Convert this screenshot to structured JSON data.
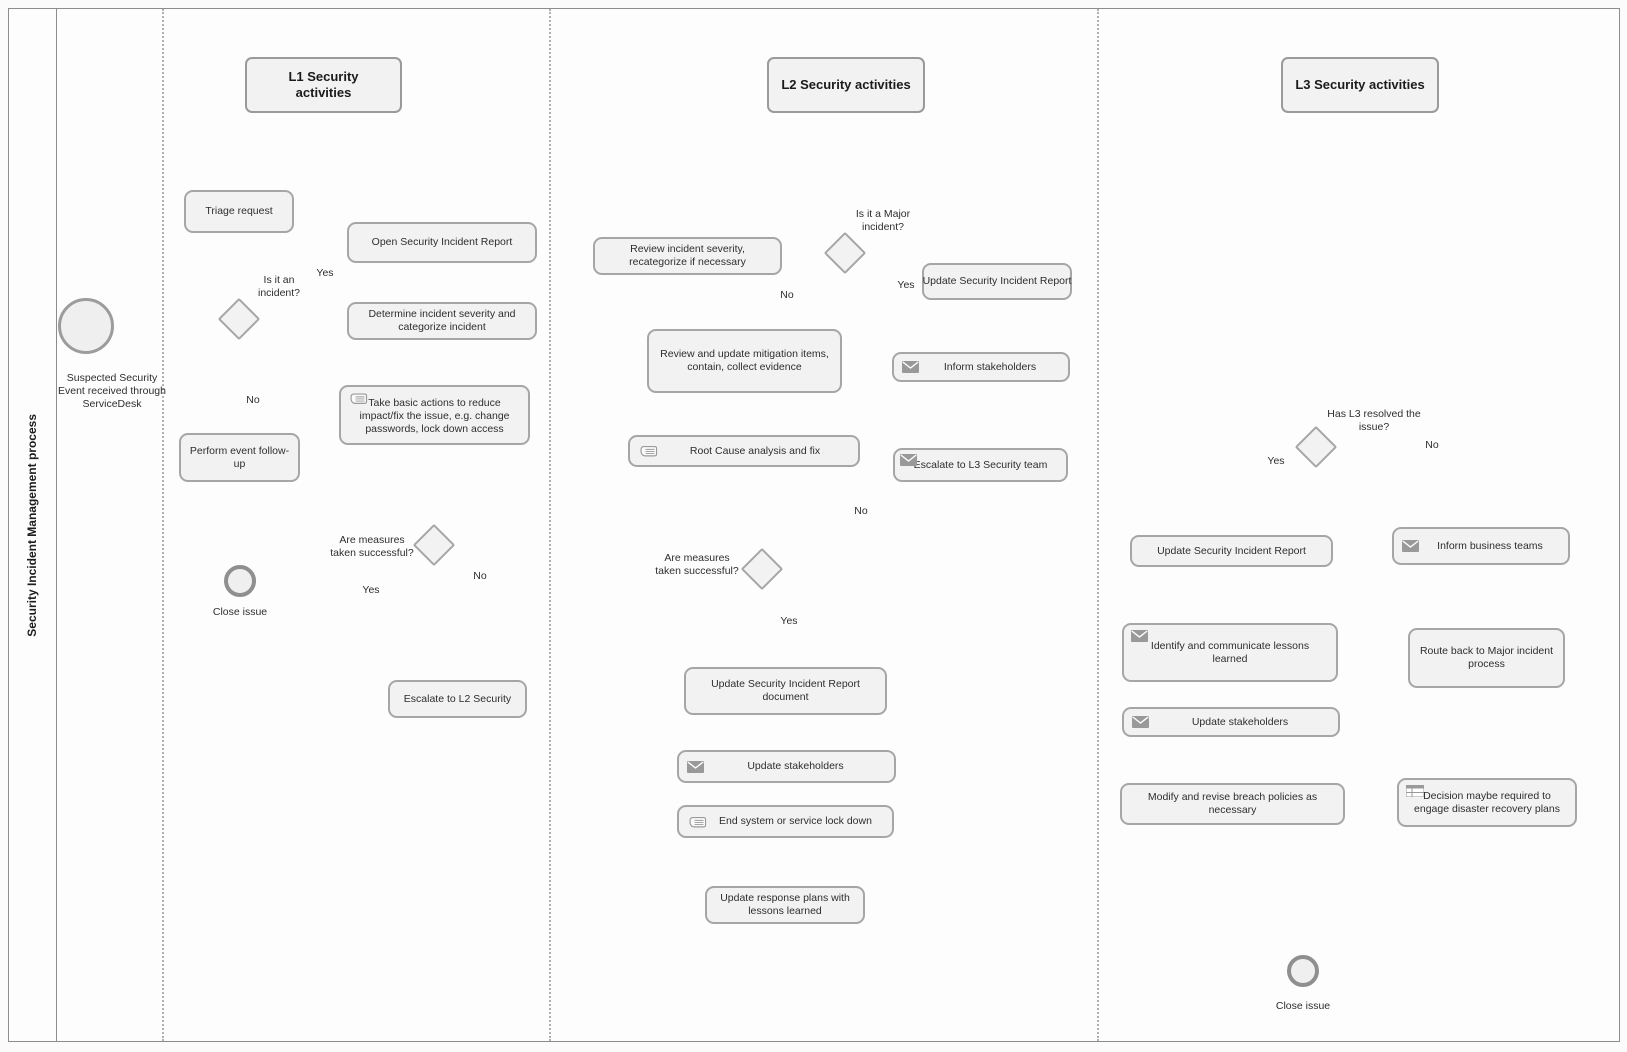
{
  "diagram": {
    "pool_label": "Security Incident Management process",
    "lane_headers": {
      "l1": "L1 Security activities",
      "l2": "L2 Security activities",
      "l3": "L3 Security activities"
    }
  },
  "events": {
    "start": {
      "label": "Suspected Security Event received through ServiceDesk"
    },
    "close_l1": {
      "label": "Close issue"
    },
    "close_l3": {
      "label": "Close issue"
    }
  },
  "tasks": {
    "triage": "Triage request",
    "open_report": "Open Security Incident Report",
    "determine_severity": "Determine incident severity and categorize incident",
    "take_basic_actions": "Take basic actions to reduce impact/fix the issue, e.g. change passwords, lock down access",
    "perform_follow_up": "Perform event follow-up",
    "escalate_l2": "Escalate to L2 Security",
    "review_severity": "Review incident severity, recategorize if necessary",
    "update_report_l2": "Update Security Incident Report",
    "inform_stakeholders": "Inform stakeholders",
    "review_mitigation": "Review and update mitigation items, contain, collect evidence",
    "root_cause": "Root Cause analysis and fix",
    "escalate_l3": "Escalate to L3 Security team",
    "update_report_doc": "Update Security Incident Report document",
    "update_stakeholders_l2": "Update stakeholders",
    "end_lockdown": "End system or service lock down",
    "update_response_plans": "Update response plans with lessons learned",
    "update_report_l3": "Update Security Incident Report",
    "inform_business": "Inform business teams",
    "identify_lessons": "Identify and communicate lessons learned",
    "update_stakeholders_l3": "Update stakeholders",
    "modify_policies": "Modify and revise breach policies as necessary",
    "route_major": "Route back to Major incident process",
    "decision_dr": "Decision maybe required to engage disaster recovery plans"
  },
  "gateways": {
    "is_incident": "Is it an incident?",
    "measures_l1": "Are measures taken successful?",
    "is_major": "Is it a Major incident?",
    "measures_l2": "Are measures taken successful?",
    "l3_resolved": "Has L3 resolved the issue?"
  },
  "edge_labels": {
    "yes": "Yes",
    "no": "No"
  },
  "icons": {
    "message": "message-envelope-icon",
    "manual": "manual-hand-icon",
    "business_rule": "business-rule-table-icon"
  },
  "colors": {
    "node_fill": "#f2f2f2",
    "node_border": "#a6a6a6",
    "connector": "#a3a3a3",
    "text": "#2e2e2e",
    "icon": "#9a9a9a"
  }
}
